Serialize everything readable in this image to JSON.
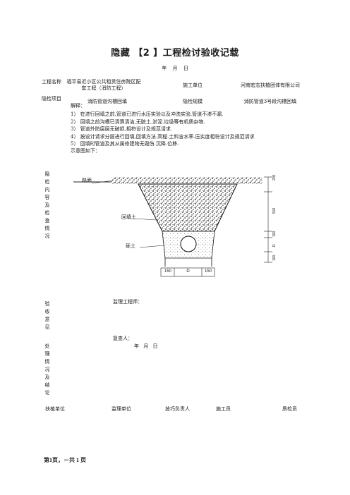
{
  "doc": {
    "title": "隐藏 【2 】工程检讨验收记载",
    "date_line": "年   月   日"
  },
  "info": {
    "project_name_label": "工程名称",
    "project_name_value": "福平易近小区公共租赁住房院区配套工程（消防工程）",
    "contractor_label": "施工单位",
    "contractor_value": "河南宏志扶植团体有限公司",
    "item_label": "隐检项目",
    "item_value": "消防管道沟槽回填",
    "scope_label": "隐检规模",
    "scope_value": "消防管道3号段沟槽回填"
  },
  "content": {
    "side_label": "隐检内容及检查情况",
    "intro": "解释：",
    "notes": [
      "1）  在进行回填之前,管道已进行水压实验以及冲洗实验,管道不渗不漏.",
      "2）  回填之前沟槽已清算清洁,无脏土.淤泥.垃圾等有机质杂物.",
      "3）  管道外防腐层无破损,相符设计及规范请求.",
      "4）  按设计请求分层进行回填,回填方法.高程.土料含水率.压实度相符设计及规范请求",
      "5）  回填时管道及其从属修建物无毁伤.沉降.位移."
    ],
    "diagram_caption": "示意图如下："
  },
  "diagram": {
    "road_label": "路面",
    "backfill_label": "回填土",
    "sand_label": "砾土",
    "dims_right": [
      "200",
      "500",
      "100",
      "D",
      "100"
    ],
    "dims_bottom": [
      "150",
      "D",
      "150"
    ]
  },
  "acceptance": {
    "side_label": "验收意见",
    "supervisor_label": "监理工程师："
  },
  "handling": {
    "side_label": "处理情况及结论",
    "reviewer_label": "复查人：",
    "date_line": "年    月    日"
  },
  "footer": {
    "roles": [
      "扶植单位",
      "监理单位",
      "技巧负责人",
      "施工员",
      "质检员"
    ]
  },
  "page": {
    "number": "第1页，－共 1 页"
  }
}
